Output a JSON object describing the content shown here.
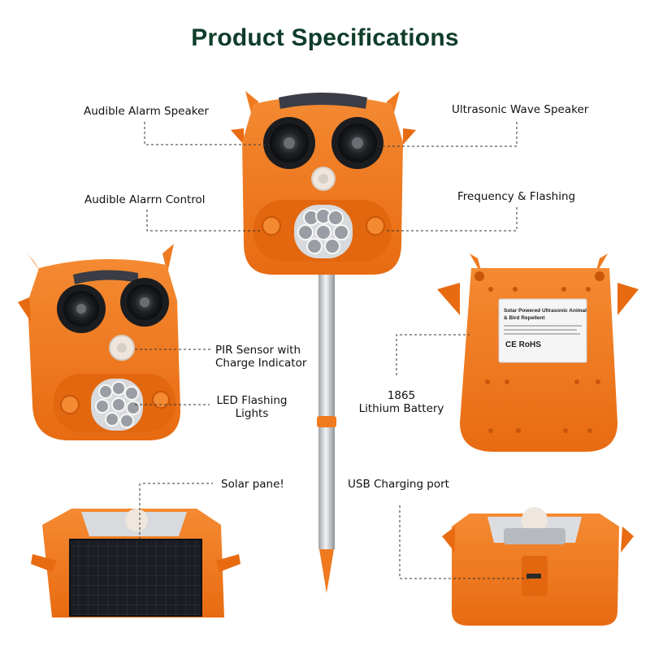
{
  "title": "Product Specifications",
  "labels": {
    "audible_alarm_speaker": "Audible Alarm Speaker",
    "ultrasonic_wave_speaker": "Ultrasonic Wave Speaker",
    "audible_alarm_control": "Audible Alarrn Control",
    "frequency_flashing": "Frequency & Flashing",
    "pir_sensor_line1": "PIR Sensor with",
    "pir_sensor_line2": "Charge Indicator",
    "led_line1": "LED Flashing",
    "led_line2": "Lights",
    "battery_line1": "1865",
    "battery_line2": "Lithium Battery",
    "solar_panel": "Solar pane!",
    "usb_port": "USB Charging port"
  },
  "device_label": {
    "line1": "Solar Powered Ultrasonic Animal",
    "line2": "& Bird Repellent",
    "certs": "CE RoHS"
  },
  "colors": {
    "title": "#0f3d2a",
    "device_orange": "#f07a1f",
    "device_dark": "#d9620f",
    "stake_silver": "#c9ccd1"
  }
}
